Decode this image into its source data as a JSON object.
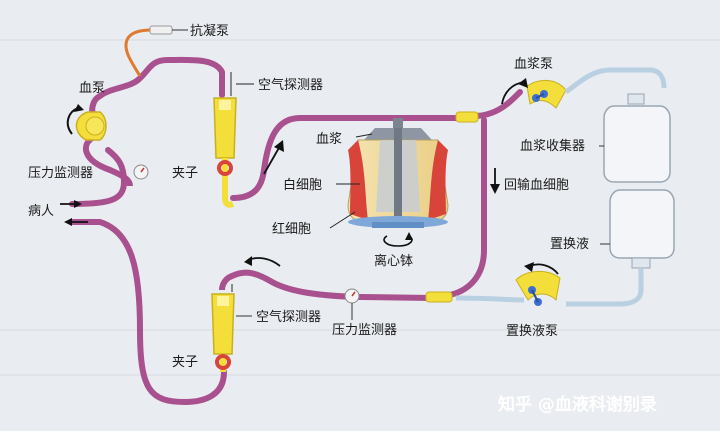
{
  "labels": {
    "anticoagulant_pump": "抗凝泵",
    "blood_pump": "血泵",
    "air_detector_top": "空气探测器",
    "plasma_pump": "血浆泵",
    "plasma": "血浆",
    "plasma_collector": "血浆收集器",
    "pressure_monitor_left": "压力监测器",
    "clamp_top": "夹子",
    "white_cells": "白细胞",
    "return_cells": "回输血细胞",
    "patient": "病人",
    "red_cells": "红细胞",
    "replacement_fluid": "置换液",
    "centrifuge_bowl": "离心钵",
    "air_detector_bottom": "空气探测器",
    "pressure_monitor_bottom": "压力监测器",
    "replacement_pump": "置换液泵",
    "clamp_bottom": "夹子"
  },
  "watermark": "知乎 @血液科谢别录",
  "colors": {
    "tube": "#b05a9a",
    "tube_dark": "#8f3f7c",
    "yellow": "#f3de3a",
    "blue_tube": "#b7cfe0",
    "red": "#d8443a"
  }
}
